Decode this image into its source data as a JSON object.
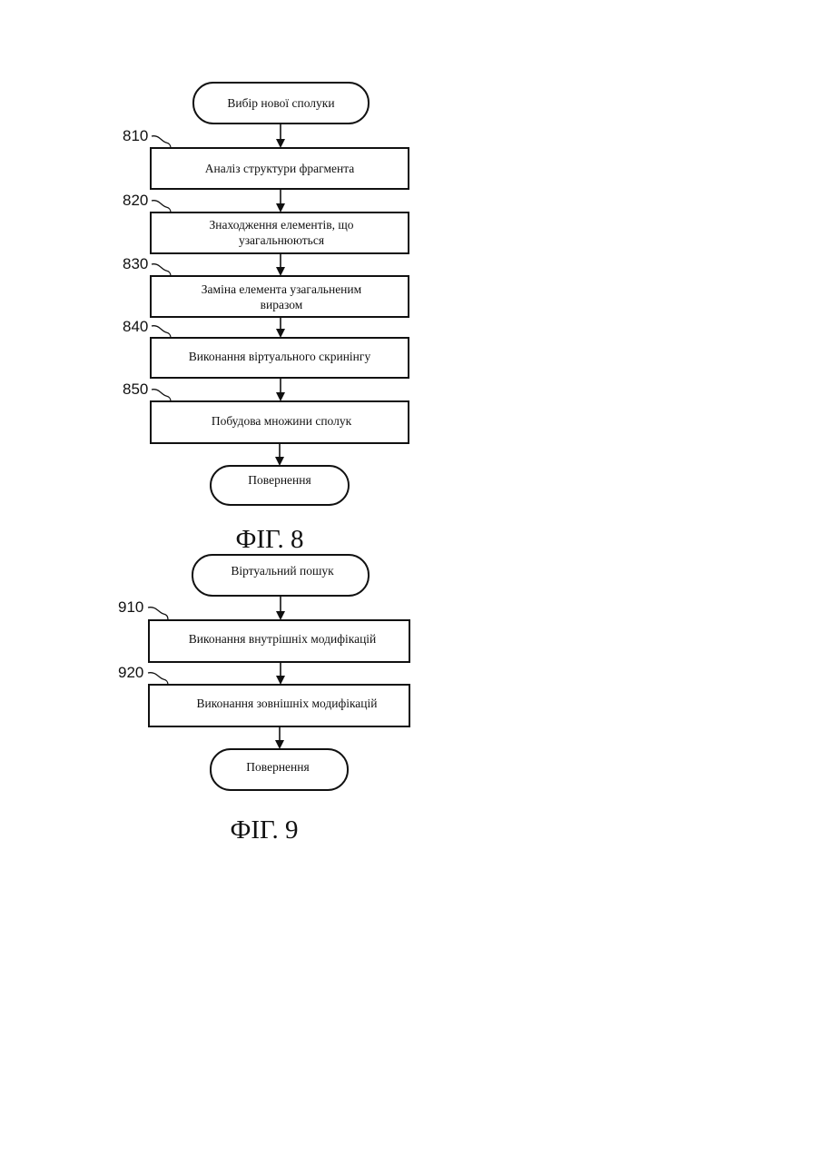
{
  "figures": [
    {
      "id": "fig8",
      "caption": "ФІГ. 8",
      "start": {
        "text": "Вибір нової сполуки"
      },
      "steps": [
        {
          "ref": "810",
          "lines": [
            "Аналіз структури фрагмента"
          ]
        },
        {
          "ref": "820",
          "lines": [
            "Знаходження елементів, що",
            "узагальнюються"
          ]
        },
        {
          "ref": "830",
          "lines": [
            "Заміна елемента узагальненим",
            "виразом"
          ]
        },
        {
          "ref": "840",
          "lines": [
            "Виконання віртуального скринінгу"
          ]
        },
        {
          "ref": "850",
          "lines": [
            "Побудова множини сполук"
          ]
        }
      ],
      "end": {
        "text": "Повернення"
      }
    },
    {
      "id": "fig9",
      "caption": "ФІГ. 9",
      "start": {
        "text": "Віртуальний пошук"
      },
      "steps": [
        {
          "ref": "910",
          "lines": [
            "Виконання внутрішніх модифікацій"
          ]
        },
        {
          "ref": "920",
          "lines": [
            "Виконання зовнішніх модифікацій"
          ]
        }
      ],
      "end": {
        "text": "Повернення"
      }
    }
  ]
}
